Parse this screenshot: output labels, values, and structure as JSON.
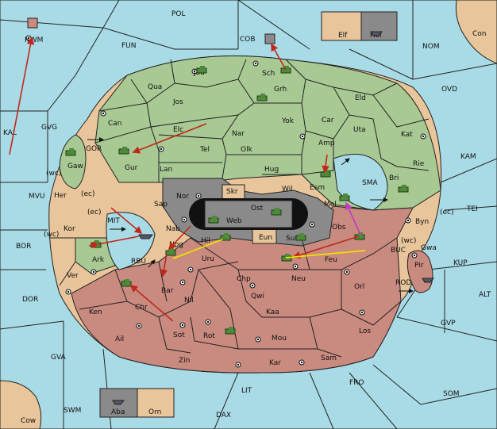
{
  "sea_labels": [
    "POL",
    "FUN",
    "COB",
    "NOM",
    "OVD",
    "KAL",
    "GVG",
    "KAM",
    "MVU",
    "TEI",
    "BOR",
    "KUP",
    "DOR",
    "ALT",
    "GVP",
    "GVA",
    "FRO",
    "SOM",
    "LIT",
    "SWM",
    "DAX",
    "MIT",
    "SMA",
    "RBU",
    "BUC",
    "ROD",
    "GOR"
  ],
  "coast_labels": [
    "(wc)",
    "(ec)",
    "(ec)",
    "(wc)",
    "(wc)",
    "(ec)"
  ],
  "land_labels": [
    "NWM",
    "Elf",
    "Hel",
    "Con",
    "Jad",
    "Sch",
    "Qua",
    "Grh",
    "Jos",
    "Eld",
    "Can",
    "Car",
    "Yok",
    "Uta",
    "Elc",
    "Nar",
    "Kat",
    "Amp",
    "Tel",
    "Olk",
    "Gur",
    "Gaw",
    "Rie",
    "Lan",
    "Hug",
    "Esm",
    "Wil",
    "Nor",
    "Bri",
    "Skr",
    "Ost",
    "Mel",
    "Sap",
    "Her",
    "Web",
    "Byn",
    "Kor",
    "Nab",
    "Eun",
    "Sun",
    "Obs",
    "Gwa",
    "Ark",
    "Hil",
    "Nog",
    "Feu",
    "Pir",
    "Uru",
    "Ver",
    "Chp",
    "Neu",
    "Orl",
    "Bar",
    "Nil",
    "Qwi",
    "Ken",
    "Chr",
    "Kaa",
    "Los",
    "Sot",
    "Ail",
    "Rot",
    "Mou",
    "Sam",
    "Zin",
    "Kar",
    "Aba",
    "Orn",
    "Cow"
  ]
}
